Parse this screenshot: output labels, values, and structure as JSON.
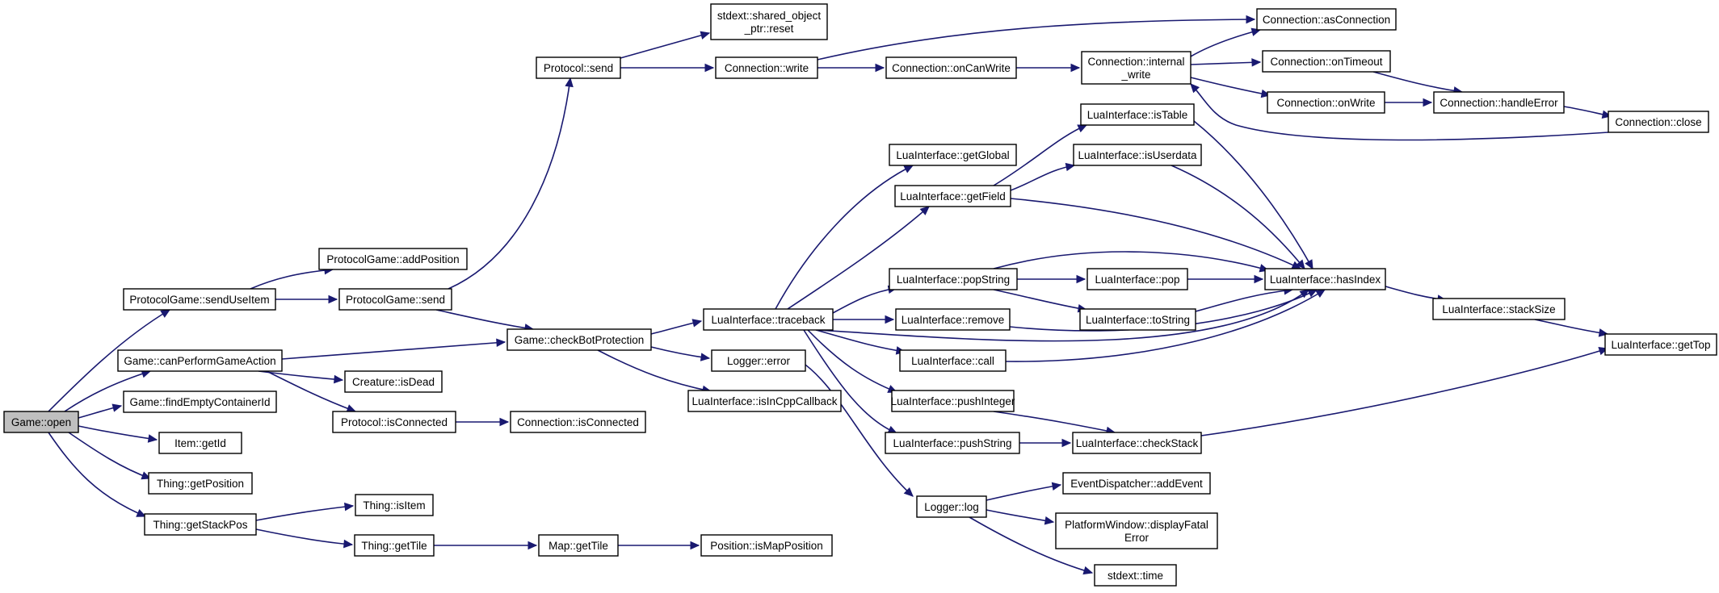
{
  "graph": {
    "title": "",
    "colors": {
      "edge": "#191970",
      "node_border": "#000000",
      "node_fill": "#ffffff",
      "root_fill": "#bfbfbf",
      "background": "#ffffff"
    },
    "nodes": {
      "game_open": "Game::open",
      "sendUseItem": "ProtocolGame::sendUseItem",
      "addPosition": "ProtocolGame::addPosition",
      "pg_send": "ProtocolGame::send",
      "protocol_send": "Protocol::send",
      "reset": [
        "stdext::shared_object",
        "_ptr::reset"
      ],
      "conn_write": "Connection::write",
      "onCanWrite": "Connection::onCanWrite",
      "internal_write": [
        "Connection::internal",
        "_write"
      ],
      "asConnection": "Connection::asConnection",
      "onTimeout": "Connection::onTimeout",
      "onWrite": "Connection::onWrite",
      "handleError": "Connection::handleError",
      "conn_close": "Connection::close",
      "canPerform": "Game::canPerformGameAction",
      "checkBot": "Game::checkBotProtection",
      "findEmpty": "Game::findEmptyContainerId",
      "isDead": "Creature::isDead",
      "proto_isConnected": "Protocol::isConnected",
      "conn_isConnected": "Connection::isConnected",
      "item_getId": "Item::getId",
      "getPosition": "Thing::getPosition",
      "getStackPos": "Thing::getStackPos",
      "isItem": "Thing::isItem",
      "thing_getTile": "Thing::getTile",
      "map_getTile": "Map::getTile",
      "isMapPosition": "Position::isMapPosition",
      "traceback": "LuaInterface::traceback",
      "logger_error": "Logger::error",
      "isInCpp": "LuaInterface::isInCppCallback",
      "getGlobal": "LuaInterface::getGlobal",
      "getField": "LuaInterface::getField",
      "isTable": "LuaInterface::isTable",
      "isUserdata": "LuaInterface::isUserdata",
      "popString": "LuaInterface::popString",
      "pop": "LuaInterface::pop",
      "hasIndex": "LuaInterface::hasIndex",
      "stackSize": "LuaInterface::stackSize",
      "getTop": "LuaInterface::getTop",
      "remove": "LuaInterface::remove",
      "toString": "LuaInterface::toString",
      "call": "LuaInterface::call",
      "pushInteger": "LuaInterface::pushInteger",
      "pushString": "LuaInterface::pushString",
      "checkStack": "LuaInterface::checkStack",
      "logger_log": "Logger::log",
      "addEvent": "EventDispatcher::addEvent",
      "displayFatal": [
        "PlatformWindow::displayFatal",
        "Error"
      ],
      "stdext_time": "stdext::time"
    }
  }
}
